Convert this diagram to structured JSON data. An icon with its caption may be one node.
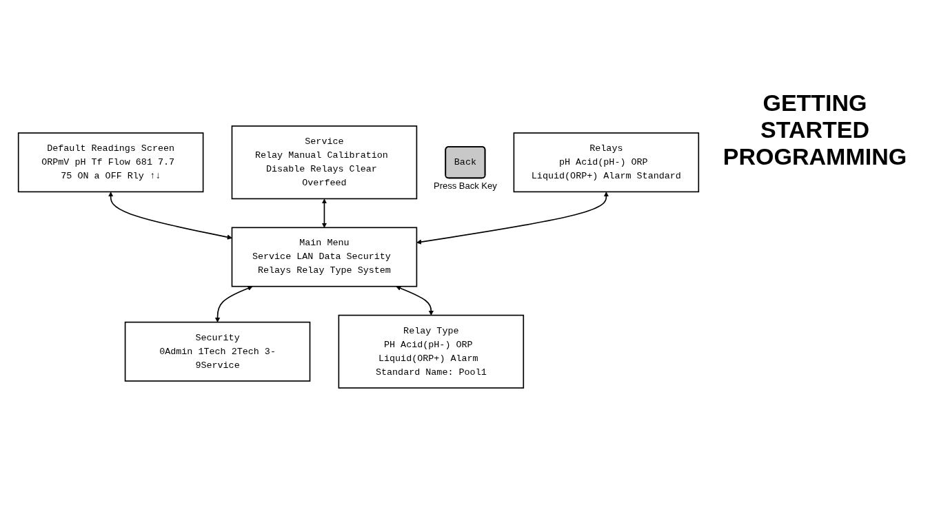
{
  "diagram": {
    "title": "GETTING STARTED PROGRAMMING",
    "nodes": [
      {
        "text": [
          "Default Readings Screen",
          "ORPmV pH Tf Flow 681 7.7 75 ON a OFF Rly ↑↓"
        ]
      },
      {
        "text": [
          "Service",
          "Relay Manual Calibration Disable Relays Clear Overfeed"
        ]
      },
      {
        "text": [
          "Back"
        ],
        "beside": [
          "Press Back Key"
        ]
      },
      {
        "text": [
          "Security",
          "0Admin 1Tech 2Tech 3-9Service"
        ]
      },
      {
        "text": [
          "Main Menu",
          "Service LAN Data Security Relays Relay Type System"
        ]
      },
      {
        "text": [
          "Relays",
          "pH Acid(pH-) ORP Liquid(ORP+) Alarm Standard"
        ]
      },
      {
        "text": [
          "Relay Type",
          "PH Acid(pH-) ORP Liquid(ORP+) Alarm Standard Name: Pool1"
        ]
      }
    ],
    "edges": [
      {
        "from": 0,
        "to": 4,
        "arrow": "both"
      },
      {
        "from": 1,
        "to": 4,
        "arrow": "both"
      },
      {
        "from": 5,
        "to": 4,
        "arrow": "both"
      },
      {
        "from": 4,
        "to": 3,
        "arrow": "both"
      },
      {
        "from": 4,
        "to": 6,
        "arrow": "both"
      }
    ]
  }
}
